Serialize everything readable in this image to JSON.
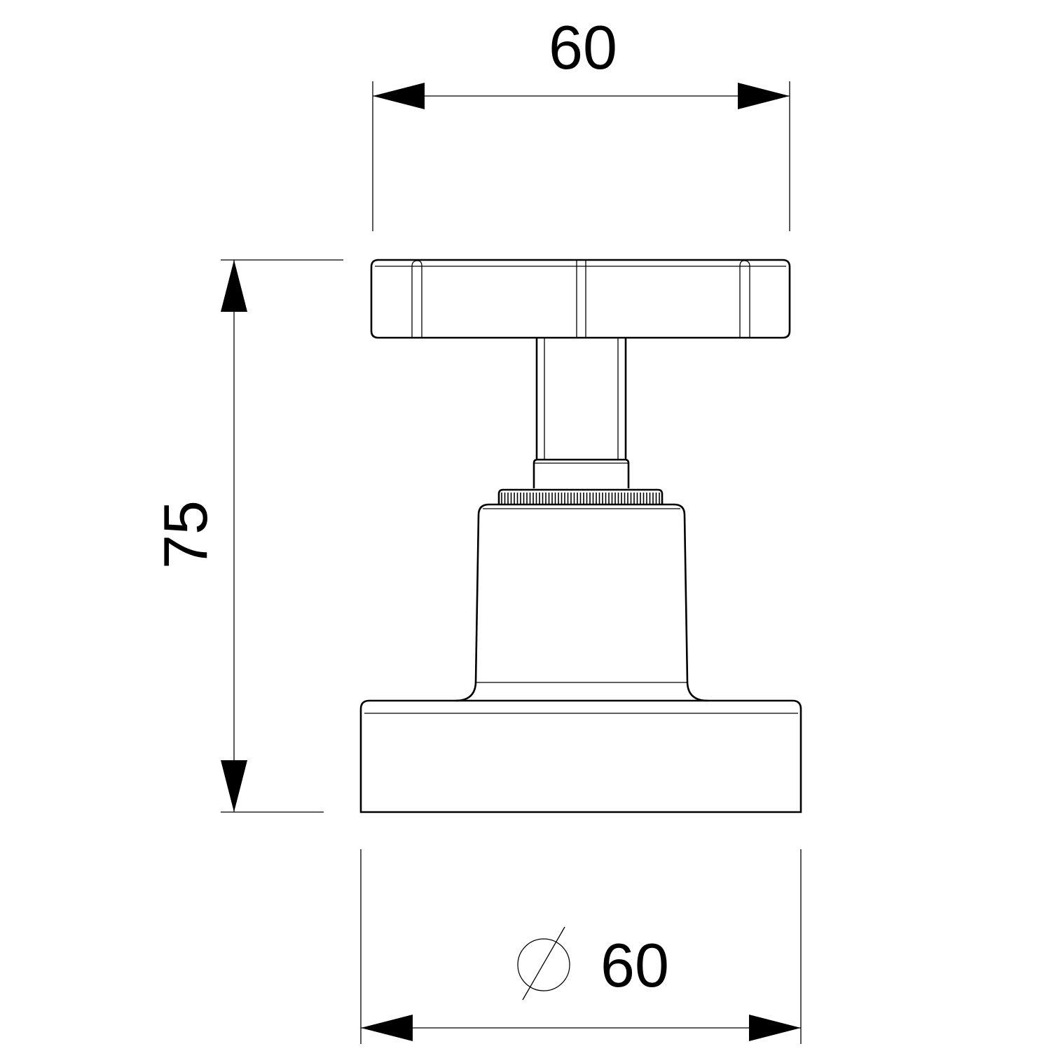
{
  "dimensions": {
    "top_width": {
      "value": "60"
    },
    "height": {
      "value": "75"
    },
    "base_diameter": {
      "symbol": "diameter-symbol",
      "value": "60"
    }
  },
  "colors": {
    "line": "#000000",
    "background": "#ffffff"
  }
}
